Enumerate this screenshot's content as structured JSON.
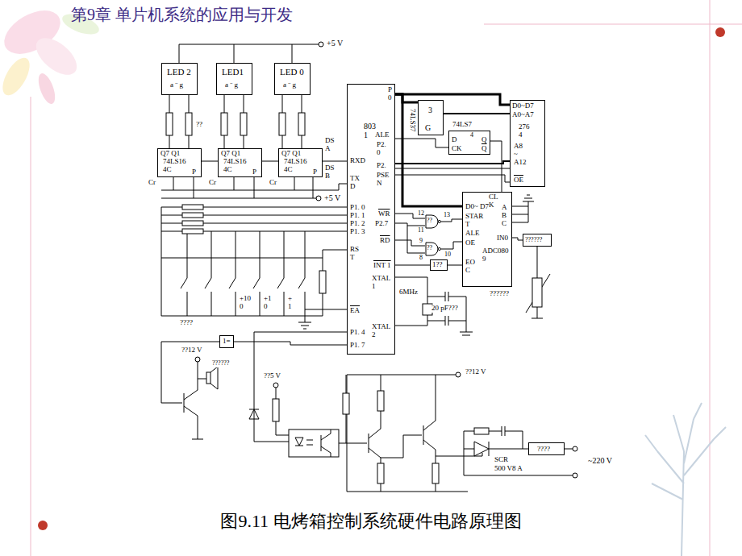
{
  "diagram": {
    "title": "第9章  单片机系统的应用与开发",
    "caption": "图9.11  电烤箱控制系统硬件电路原理图",
    "nodes": [
      {
        "text": [
          "LED 2",
          "a ¨ g"
        ]
      },
      {
        "text": [
          "LED1",
          "a ¨ g"
        ]
      },
      {
        "text": [
          "LED 0",
          "a ¨ g"
        ]
      },
      {
        "text": [
          "Q7 Q1",
          "74LS16 4C",
          "P"
        ]
      },
      {
        "text": [
          "Q7 Q1",
          "74LS16 4C",
          "P"
        ]
      },
      {
        "text": [
          "Q7 Q1",
          "74LS16 4C",
          "P"
        ]
      },
      {
        "text": [
          "P 0",
          "803 1",
          "ALE",
          "P2. 0",
          "P2.",
          "PSE N",
          "RXD",
          "TX D",
          "P1. 0",
          "P1. 1",
          "P1. 2",
          "P1. 3",
          "WR",
          "P2.7",
          "RS T",
          "RD",
          "INT 1",
          "XTAL 1",
          "EA",
          "XTAL 2",
          "P1. 4",
          "P1. 7"
        ]
      },
      {
        "text": [
          "74LS37",
          "3",
          "G"
        ]
      },
      {
        "text": [
          "74LS7",
          "4",
          "D",
          "CK",
          "Q",
          "Q"
        ]
      },
      {
        "text": [
          "D0~D7",
          "A0~A7",
          "276 4",
          "A8 ~ A12",
          "OE"
        ]
      },
      {
        "text": [
          "??"
        ]
      },
      {
        "text": [
          "??"
        ]
      },
      {
        "text": [
          "1??"
        ]
      },
      {
        "text": [
          "CL K",
          "D0~ D7",
          "STAR T",
          "ALE",
          "OE",
          "EO C",
          "A B C",
          "IN0",
          "ADC080 9"
        ]
      },
      {
        "text": [
          "??????"
        ]
      },
      {
        "text": [
          "1="
        ]
      },
      {
        "text": [
          "????"
        ]
      }
    ],
    "edges": [
      {
        "from": 6,
        "to": 7,
        "arrow": "none"
      },
      {
        "from": 7,
        "to": 9,
        "arrow": "none"
      },
      {
        "from": 6,
        "to": 9,
        "arrow": "none"
      },
      {
        "from": 6,
        "to": 9,
        "arrow": "none"
      },
      {
        "from": 6,
        "to": 8,
        "arrow": "none"
      },
      {
        "from": 8,
        "to": 13,
        "arrow": "none"
      },
      {
        "from": 6,
        "to": 13,
        "arrow": "none"
      },
      {
        "from": 6,
        "to": 10,
        "arrow": "none"
      },
      {
        "from": 6,
        "to": 11,
        "arrow": "none"
      },
      {
        "from": 10,
        "to": 13,
        "arrow": "none"
      },
      {
        "from": 11,
        "to": 13,
        "arrow": "none"
      },
      {
        "from": 13,
        "to": 12,
        "arrow": "none"
      },
      {
        "from": 12,
        "to": 6,
        "arrow": "none"
      },
      {
        "from": 14,
        "to": 13,
        "arrow": "none"
      },
      {
        "from": 6,
        "to": 15,
        "arrow": "none"
      },
      {
        "from": 6,
        "to": 5,
        "arrow": "none"
      },
      {
        "from": 5,
        "to": 4,
        "arrow": "none"
      },
      {
        "from": 4,
        "to": 3,
        "arrow": "none"
      },
      {
        "from": 0,
        "to": 3,
        "arrow": "none"
      },
      {
        "from": 1,
        "to": 4,
        "arrow": "none"
      },
      {
        "from": 2,
        "to": 5,
        "arrow": "none"
      }
    ],
    "labels": [
      "+5 V",
      "??",
      "DS A",
      "DS B",
      "Cr",
      "Cr",
      "Cr",
      "+5 V",
      "????",
      "+10 0",
      "+1 0",
      "+ 1",
      "12",
      "11",
      "13",
      "9",
      "8",
      "10",
      "6MHz",
      "20 pF???",
      "??????",
      "??12 V",
      "??????",
      "??5 V",
      "??12 V",
      "SCR",
      "500 V8 A",
      "~220 V"
    ]
  }
}
